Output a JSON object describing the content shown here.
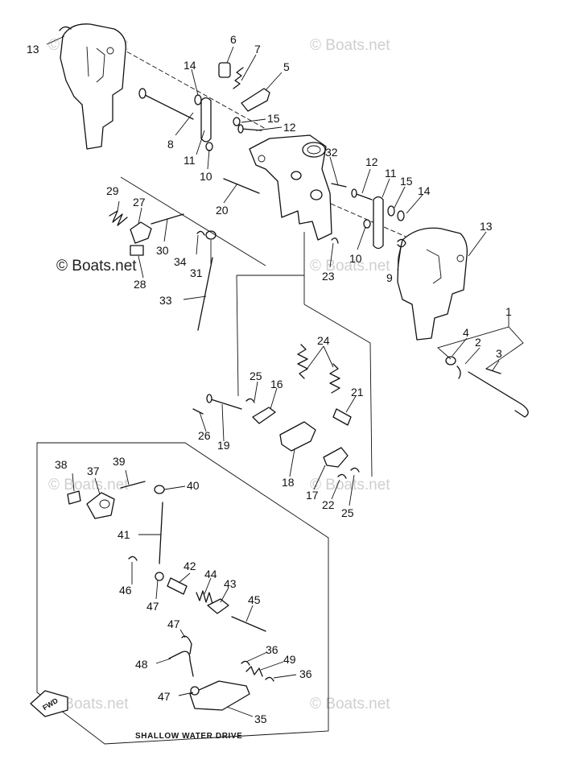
{
  "watermark": "© Boats.net",
  "caption": "SHALLOW WATER DRIVE",
  "fwd_label": "FWD",
  "labels": {
    "p1": "1",
    "p2": "2",
    "p3": "3",
    "p4": "4",
    "p5": "5",
    "p6": "6",
    "p7": "7",
    "p8": "8",
    "p9": "9",
    "p10a": "10",
    "p10b": "10",
    "p11a": "11",
    "p11b": "11",
    "p12a": "12",
    "p12b": "12",
    "p13a": "13",
    "p13b": "13",
    "p14a": "14",
    "p14b": "14",
    "p15a": "15",
    "p15b": "15",
    "p16": "16",
    "p17": "17",
    "p18": "18",
    "p19": "19",
    "p20": "20",
    "p21": "21",
    "p22": "22",
    "p23": "23",
    "p24": "24",
    "p25a": "25",
    "p25b": "25",
    "p26": "26",
    "p27": "27",
    "p28": "28",
    "p29": "29",
    "p30": "30",
    "p31": "31",
    "p32": "32",
    "p33": "33",
    "p34": "34",
    "p35": "35",
    "p36a": "36",
    "p36b": "36",
    "p37": "37",
    "p38": "38",
    "p39": "39",
    "p40": "40",
    "p41": "41",
    "p42": "42",
    "p43": "43",
    "p44": "44",
    "p45": "45",
    "p46": "46",
    "p47a": "47",
    "p47b": "47",
    "p47c": "47",
    "p48": "48",
    "p49": "49"
  }
}
